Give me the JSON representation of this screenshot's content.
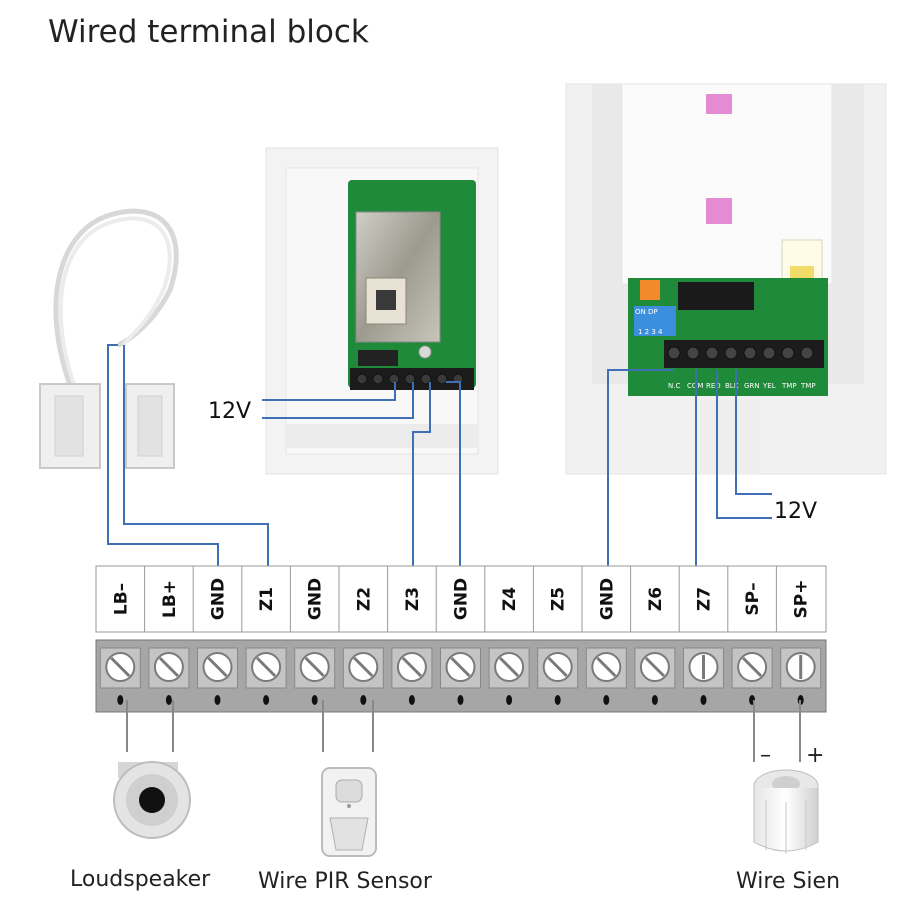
{
  "title": "Wired terminal block",
  "voltage_labels": [
    "12V",
    "12V"
  ],
  "terminals": [
    "LB–",
    "LB+",
    "GND",
    "Z1",
    "GND",
    "Z2",
    "Z3",
    "GND",
    "Z4",
    "Z5",
    "GND",
    "Z6",
    "Z7",
    "SP–",
    "SP+"
  ],
  "detector_terminals": [
    "N.C",
    "COM",
    "RED",
    "BLK",
    "GRN",
    "YEL",
    "TMP",
    "TMP"
  ],
  "siren_polarity": [
    "–",
    "+"
  ],
  "dip_switch_label": "ON DP",
  "dip_switch_numbers": "1 2 3 4",
  "captions": {
    "loudspeaker": "Loudspeaker",
    "pir": "Wire PIR Sensor",
    "siren": "Wire Sien"
  },
  "colors": {
    "wire": "#3f6fb5",
    "pcb": "#1f8a3a",
    "terminal_body": "#a6a6a6"
  }
}
